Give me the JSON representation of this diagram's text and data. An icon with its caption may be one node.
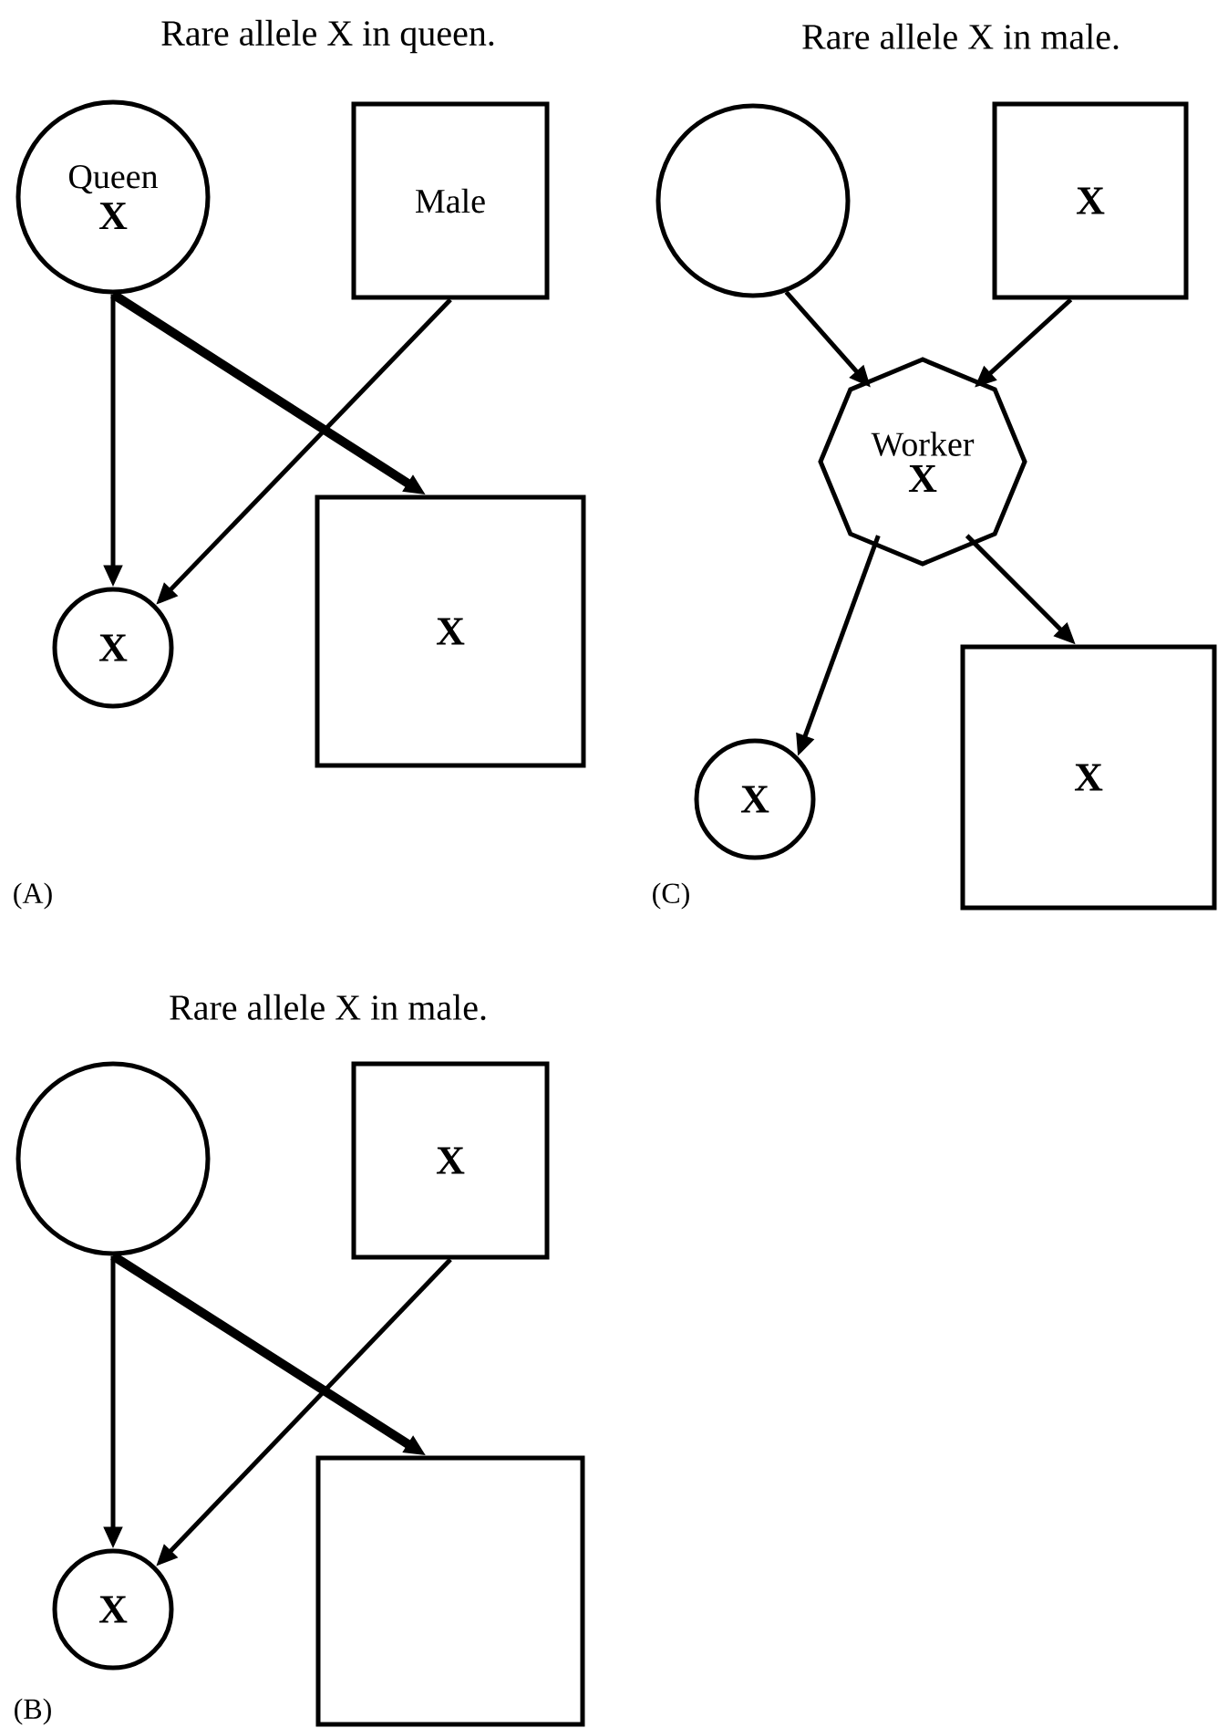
{
  "diagram": {
    "nodes": [
      {
        "text": [
          "Queen",
          "X"
        ]
      },
      {
        "text": [
          "Male"
        ]
      },
      {
        "text": [
          "X"
        ]
      },
      {
        "text": [
          "X"
        ]
      },
      {
        "text": [],
        "shape": "circle"
      },
      {
        "text": [
          "X"
        ]
      },
      {
        "text": [
          "Worker",
          "X"
        ]
      },
      {
        "text": [
          "X"
        ]
      },
      {
        "text": [
          "X"
        ]
      },
      {
        "text": [],
        "shape": "circle"
      },
      {
        "text": [
          "X"
        ]
      },
      {
        "text": [
          "X"
        ]
      },
      {
        "text": [],
        "shape": "box"
      }
    ],
    "edges": [
      {
        "from": 0,
        "to": 2,
        "arrow": "to"
      },
      {
        "from": 0,
        "to": 3,
        "arrow": "to",
        "style": "thick"
      },
      {
        "from": 1,
        "to": 2,
        "arrow": "to"
      },
      {
        "from": 4,
        "to": 6,
        "arrow": "to"
      },
      {
        "from": 5,
        "to": 6,
        "arrow": "to"
      },
      {
        "from": 6,
        "to": 7,
        "arrow": "to"
      },
      {
        "from": 6,
        "to": 8,
        "arrow": "to"
      },
      {
        "from": 9,
        "to": 11,
        "arrow": "to"
      },
      {
        "from": 9,
        "to": 12,
        "arrow": "to",
        "style": "thick"
      },
      {
        "from": 10,
        "to": 11,
        "arrow": "to"
      }
    ],
    "labels": [
      "Rare allele X in queen.",
      "Rare allele X in male.",
      "(A)",
      "(C)",
      "Rare allele X in male.",
      "(B)"
    ]
  }
}
